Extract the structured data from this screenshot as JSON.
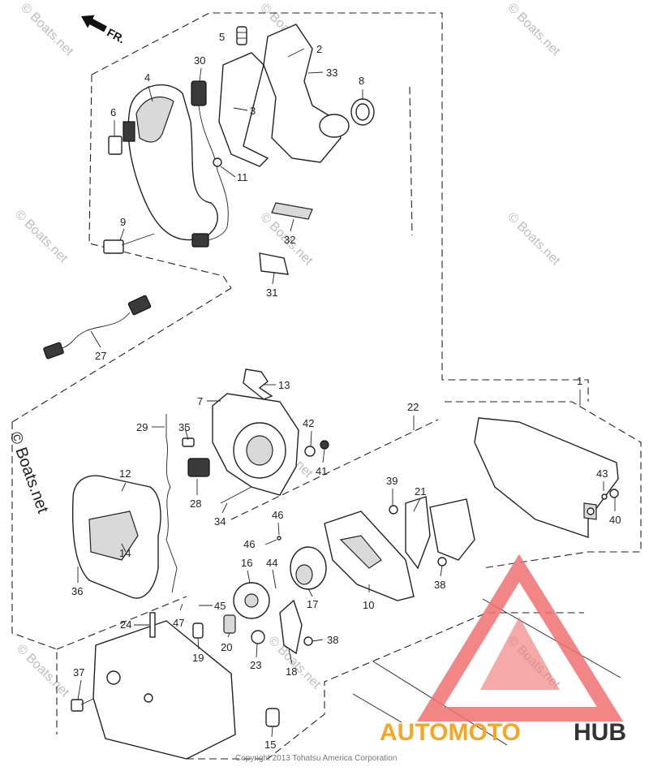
{
  "direction": {
    "label": "FR."
  },
  "watermark": {
    "text": "© Boats.net"
  },
  "copyright": "Copyright 2013 Tohatsu America Corporation",
  "logo": {
    "part1": "AUTOMOTO",
    "part2": "HUB",
    "color_accent": "#f07070",
    "color_orange": "#f5a623",
    "color_dark": "#333333"
  },
  "callouts": [
    {
      "id": "c1",
      "label": "1"
    },
    {
      "id": "c2",
      "label": "2"
    },
    {
      "id": "c3",
      "label": "3"
    },
    {
      "id": "c4",
      "label": "4"
    },
    {
      "id": "c5",
      "label": "5"
    },
    {
      "id": "c6",
      "label": "6"
    },
    {
      "id": "c7",
      "label": "7"
    },
    {
      "id": "c8",
      "label": "8"
    },
    {
      "id": "c9",
      "label": "9"
    },
    {
      "id": "c10",
      "label": "10"
    },
    {
      "id": "c11",
      "label": "11"
    },
    {
      "id": "c12",
      "label": "12"
    },
    {
      "id": "c13",
      "label": "13"
    },
    {
      "id": "c14",
      "label": "14"
    },
    {
      "id": "c15",
      "label": "15"
    },
    {
      "id": "c16",
      "label": "16"
    },
    {
      "id": "c17",
      "label": "17"
    },
    {
      "id": "c18",
      "label": "18"
    },
    {
      "id": "c19",
      "label": "19"
    },
    {
      "id": "c20",
      "label": "20"
    },
    {
      "id": "c21",
      "label": "21"
    },
    {
      "id": "c22",
      "label": "22"
    },
    {
      "id": "c23",
      "label": "23"
    },
    {
      "id": "c24",
      "label": "24"
    },
    {
      "id": "c27",
      "label": "27"
    },
    {
      "id": "c28",
      "label": "28"
    },
    {
      "id": "c29",
      "label": "29"
    },
    {
      "id": "c30",
      "label": "30"
    },
    {
      "id": "c31",
      "label": "31"
    },
    {
      "id": "c32",
      "label": "32"
    },
    {
      "id": "c33",
      "label": "33"
    },
    {
      "id": "c34",
      "label": "34"
    },
    {
      "id": "c35",
      "label": "35"
    },
    {
      "id": "c36",
      "label": "36"
    },
    {
      "id": "c37",
      "label": "37"
    },
    {
      "id": "c38a",
      "label": "38"
    },
    {
      "id": "c38b",
      "label": "38"
    },
    {
      "id": "c39",
      "label": "39"
    },
    {
      "id": "c40",
      "label": "40"
    },
    {
      "id": "c41",
      "label": "41"
    },
    {
      "id": "c42",
      "label": "42"
    },
    {
      "id": "c43",
      "label": "43"
    },
    {
      "id": "c44",
      "label": "44"
    },
    {
      "id": "c45",
      "label": "45"
    },
    {
      "id": "c46a",
      "label": "46"
    },
    {
      "id": "c46b",
      "label": "46"
    },
    {
      "id": "c47",
      "label": "47"
    }
  ]
}
